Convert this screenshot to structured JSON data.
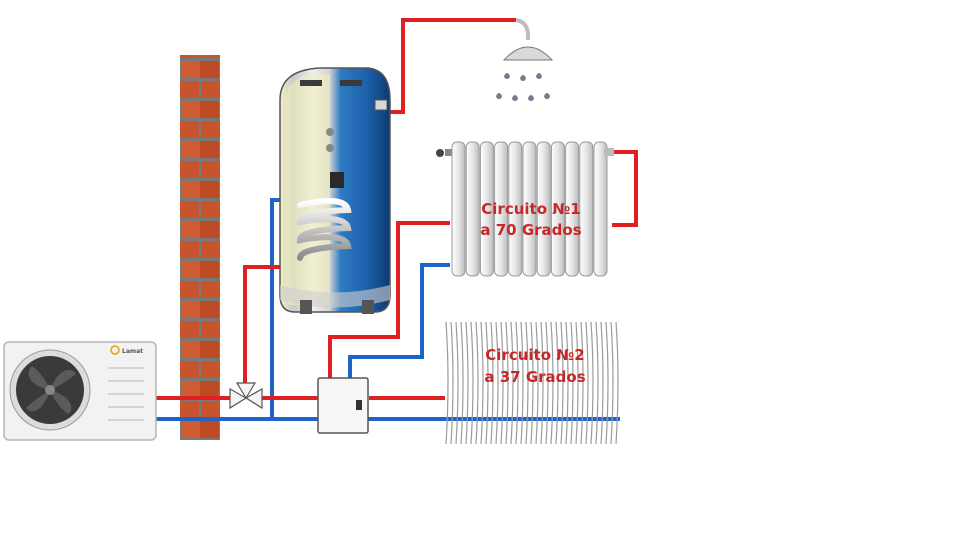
{
  "diagram": {
    "circuit1": {
      "line1": "Circuito №1",
      "line2": "a 70 Grados"
    },
    "circuit2": {
      "line1": "Circuito №2",
      "line2": "a 37 Grados"
    },
    "heat_pump": {
      "brand": "Lamat"
    }
  },
  "colors": {
    "hot_pipe": "#e02020",
    "cold_pipe": "#1d63c9",
    "label_text": "#c62828",
    "brick": "#c8532c",
    "tank_blue": "#1f78c1"
  },
  "icons": [
    "brick-wall-icon",
    "heat-pump-icon",
    "water-tank-icon",
    "shower-icon",
    "radiator-icon",
    "underfloor-heating-icon",
    "three-way-valve-icon",
    "hydraulic-module-icon"
  ]
}
